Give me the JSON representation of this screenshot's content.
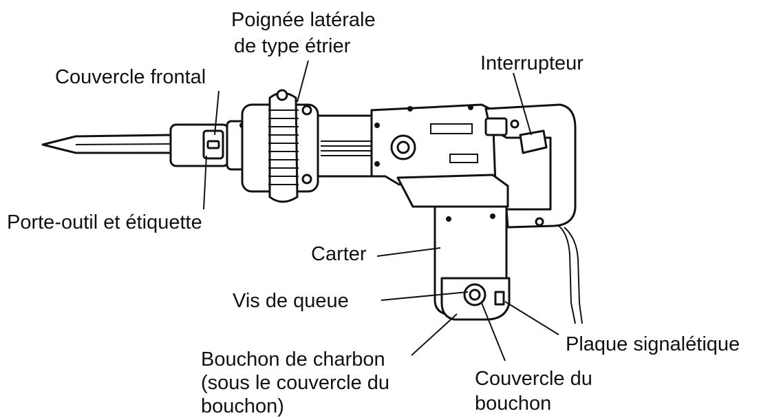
{
  "labels": {
    "poignee_line1": "Poignée latérale",
    "poignee_line2": "de type étrier",
    "couvercle_frontal": "Couvercle frontal",
    "interrupteur": "Interrupteur",
    "porte_outil": "Porte-outil et étiquette",
    "carter": "Carter",
    "vis_de_queue": "Vis de queue",
    "plaque": "Plaque signalétique",
    "bouchon_line1": "Bouchon de charbon",
    "bouchon_line2": "(sous le couvercle du",
    "bouchon_line3": "bouchon)",
    "couvercle_bouchon_line1": "Couvercle du",
    "couvercle_bouchon_line2": "bouchon"
  }
}
